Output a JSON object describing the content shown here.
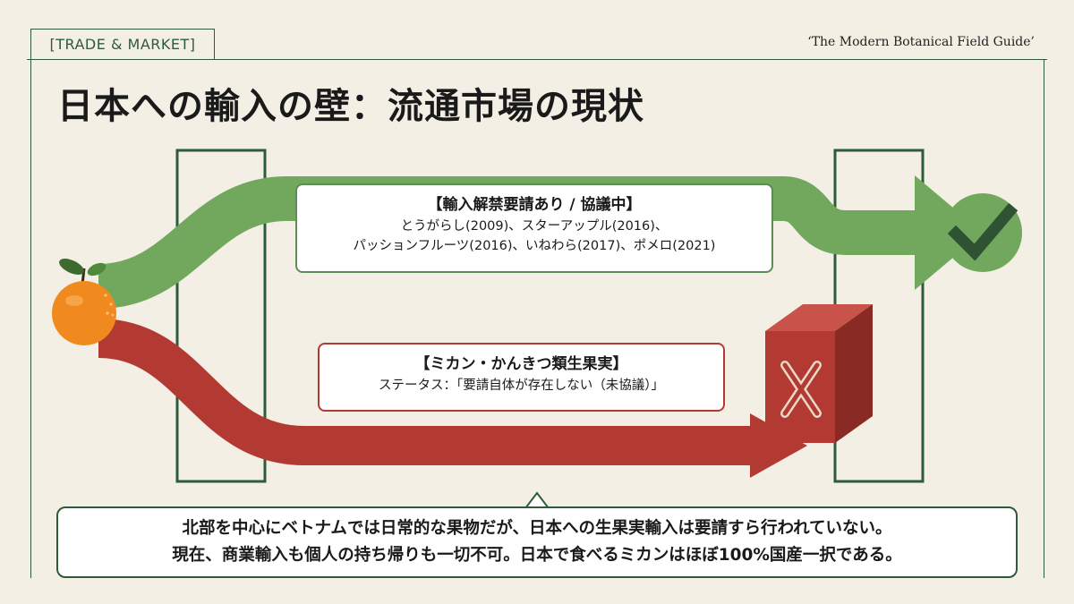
{
  "header": {
    "tag_label": "[TRADE & MARKET]",
    "guide_title": "‘The Modern Botanical Field Guide’",
    "page_title": "日本への輸入の壁：流通市場の現状"
  },
  "green_path": {
    "heading": "【輸入解禁要請あり / 協議中】",
    "line1": "とうがらし(2009)、スターアップル(2016)、",
    "line2": "パッションフルーツ(2016)、いねわら(2017)、ポメロ(2021)",
    "result_icon": "check-icon"
  },
  "red_path": {
    "heading": "【ミカン・かんきつ類生果実】",
    "status": "ステータス：「要請自体が存在しない（未協議）」",
    "result_icon": "x-mark-icon"
  },
  "callout": {
    "line1": "北部を中心にベトナムでは日常的な果物だが、日本への生果実輸入は要請すら行われていない。",
    "line2": "現在、商業輸入も個人の持ち帰りも一切不可。日本で食べるミカンはほぼ100%国産一択である。"
  },
  "colors": {
    "green": "#72a85e",
    "dark_green": "#2e5b3a",
    "red": "#b23a32",
    "orange": "#f0891e",
    "background": "#f3efe4"
  }
}
